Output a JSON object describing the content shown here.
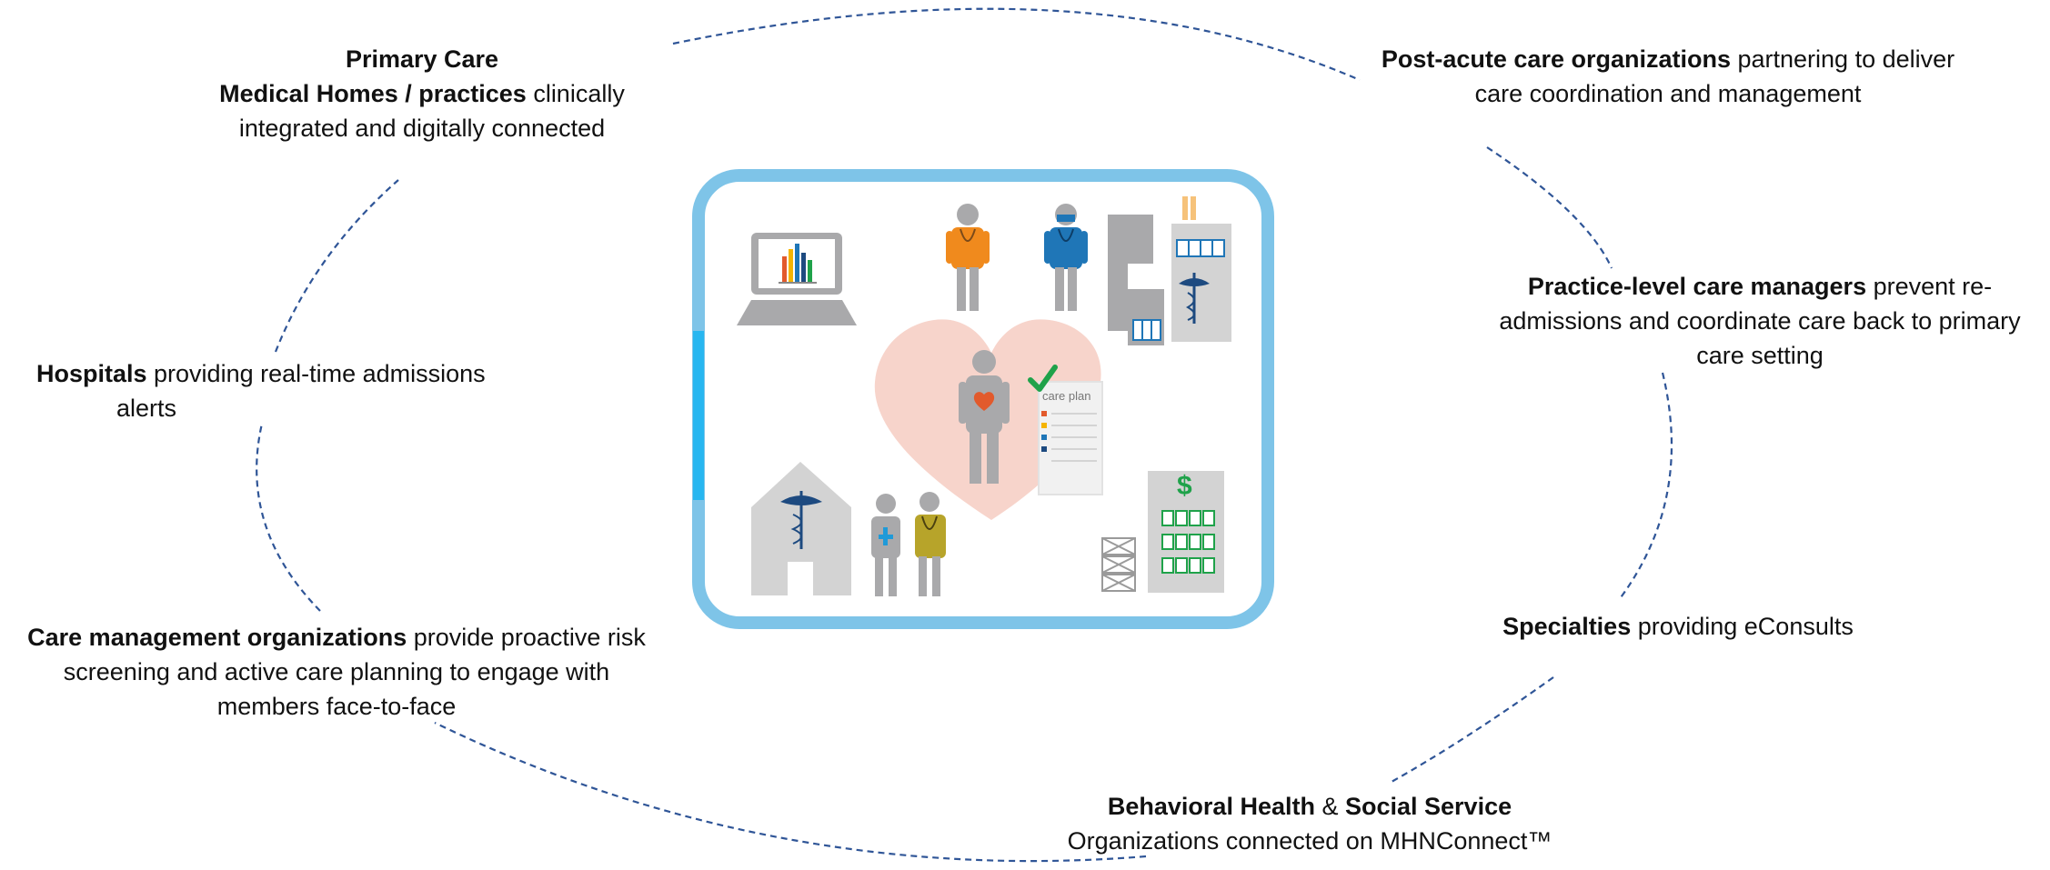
{
  "colors": {
    "dashed_ring": "#2f5597",
    "frame": "#7ec4e8",
    "frame_accent": "#27b6f0",
    "heart": "#f7d4cb",
    "gray": "#a9a9ab",
    "orange": "#f08a1d",
    "blue": "#1f76b7",
    "olive": "#b7a42a",
    "green": "#1fa24a",
    "navy": "#1d4a80",
    "red_heart": "#e25a2c"
  },
  "icons": [
    "laptop-chart-icon",
    "doctor-orange-icon",
    "surgeon-blue-icon",
    "hospital-building-icon",
    "heart-icon",
    "patient-icon",
    "checkmark-icon",
    "care-plan-clipboard-icon",
    "clinic-house-icon",
    "caregiver-pair-icon",
    "finance-building-icon",
    "stacked-boxes-icon"
  ],
  "center_graphic": {
    "care_plan_label": "care plan",
    "dollar_sign": "$"
  },
  "nodes": {
    "primary_care": {
      "title": "Primary Care",
      "bold": "Medical Homes / practices",
      "rest_line1": " clinically",
      "line2": "integrated and digitally connected"
    },
    "post_acute": {
      "bold": "Post-acute care organizations",
      "rest_line1": " partnering to deliver",
      "line2": "care coordination and management"
    },
    "practice_managers": {
      "bold": "Practice-level care managers",
      "rest_line1": " prevent re-",
      "line2": "admissions and coordinate care back to  primary",
      "line3": "care setting"
    },
    "hospitals": {
      "bold": "Hospitals",
      "rest_line1": " providing real-time admissions",
      "line2": "alerts"
    },
    "specialties": {
      "bold": "Specialties",
      "rest_line1": " providing eConsults"
    },
    "care_management": {
      "bold": "Care management organizations",
      "rest_line1": " provide proactive risk",
      "line2": "screening and active care planning to engage with",
      "line3": "members face-to-face"
    },
    "behavioral": {
      "bold1": "Behavioral Health",
      "amp": " & ",
      "bold2": "Social Service",
      "line2": "Organizations connected on MHNConnect™"
    }
  }
}
